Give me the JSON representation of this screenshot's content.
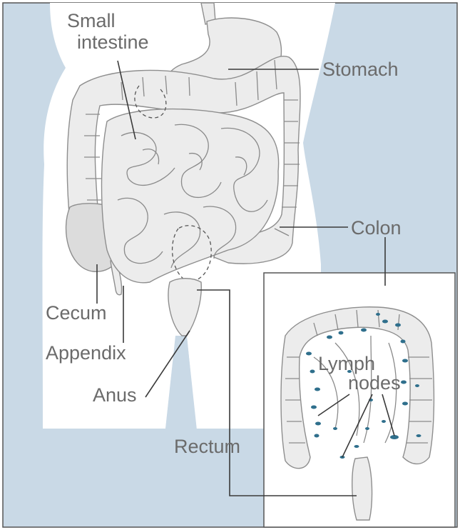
{
  "labels": {
    "small_intestine_line1": "Small",
    "small_intestine_line2": "intestine",
    "stomach": "Stomach",
    "colon": "Colon",
    "cecum": "Cecum",
    "appendix": "Appendix",
    "anus": "Anus",
    "rectum": "Rectum",
    "lymph_line1": "Lymph",
    "lymph_line2": "nodes"
  },
  "colors": {
    "background": "#c9d9e6",
    "body_fill": "#ffffff",
    "organ_fill": "#ececec",
    "organ_stroke": "#8e8e8e",
    "lymph_node": "#2f6f8c",
    "label_text": "#6b6b6b"
  }
}
